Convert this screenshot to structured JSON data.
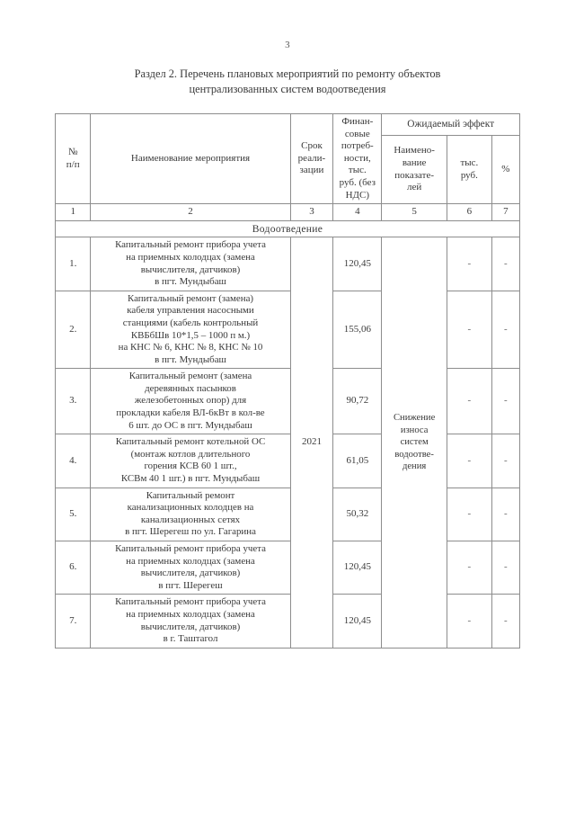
{
  "page": {
    "number": "3",
    "title_line1": "Раздел 2. Перечень плановых мероприятий по ремонту объектов",
    "title_line2": "централизованных систем водоотведения"
  },
  "table": {
    "headers": {
      "num": "№\nп/п",
      "num_line1": "№",
      "num_line2": "п/п",
      "name": "Наименование мероприятия",
      "term_line1": "Срок",
      "term_line2": "реали-",
      "term_line3": "зации",
      "fin_line1": "Финан-",
      "fin_line2": "совые",
      "fin_line3": "потреб-",
      "fin_line4": "ности,",
      "fin_line5": "тыс.",
      "fin_line6": "руб. (без",
      "fin_line7": "НДС)",
      "effect": "Ожидаемый эффект",
      "indicator_line1": "Наимено-",
      "indicator_line2": "вание",
      "indicator_line3": "показате-",
      "indicator_line4": "лей",
      "thous_line1": "тыс.",
      "thous_line2": "руб.",
      "percent": "%"
    },
    "column_numbers": [
      "1",
      "2",
      "3",
      "4",
      "5",
      "6",
      "7"
    ],
    "section_title": "Водоотведение",
    "term_merged_value": "2021",
    "indicator_merged": {
      "line1": "Снижение",
      "line2": "износа",
      "line3": "систем",
      "line4": "водоотве-",
      "line5": "дения"
    },
    "rows": [
      {
        "idx": "1.",
        "name_lines": [
          "Капитальный ремонт прибора учета",
          "на приемных колодцах (замена",
          "вычислителя, датчиков)",
          "в пгт. Мундыбаш"
        ],
        "finance": "120,45",
        "thous": "-",
        "percent": "-"
      },
      {
        "idx": "2.",
        "name_lines": [
          "Капитальный ремонт (замена)",
          "кабеля управления насосными",
          "станциями (кабель контрольный",
          "КВБбШв 10*1,5 – 1000 п м.)",
          "на КНС № 6, КНС № 8, КНС № 10",
          "в пгт. Мундыбаш"
        ],
        "finance": "155,06",
        "thous": "-",
        "percent": "-"
      },
      {
        "idx": "3.",
        "name_lines": [
          "Капитальный ремонт (замена",
          "деревянных пасынков",
          "железобетонных опор) для",
          "прокладки кабеля ВЛ-6кВт в кол-ве",
          "6 шт. до ОС в пгт. Мундыбаш"
        ],
        "finance": "90,72",
        "thous": "-",
        "percent": "-"
      },
      {
        "idx": "4.",
        "name_lines": [
          "Капитальный ремонт котельной ОС",
          "(монтаж котлов длительного",
          "горения КСВ 60 1 шт.,",
          "КСВм 40 1 шт.) в пгт. Мундыбаш"
        ],
        "finance": "61,05",
        "thous": "-",
        "percent": "-"
      },
      {
        "idx": "5.",
        "name_lines": [
          "Капитальный ремонт",
          "канализационных колодцев на",
          "канализационных сетях",
          "в пгт. Шерегеш по ул. Гагарина"
        ],
        "finance": "50,32",
        "thous": "-",
        "percent": "-"
      },
      {
        "idx": "6.",
        "name_lines": [
          "Капитальный ремонт прибора учета",
          "на приемных колодцах (замена",
          "вычислителя, датчиков)",
          "в пгт. Шерегеш"
        ],
        "finance": "120,45",
        "thous": "-",
        "percent": "-"
      },
      {
        "idx": "7.",
        "name_lines": [
          "Капитальный ремонт прибора учета",
          "на приемных колодцах (замена",
          "вычислителя, датчиков)",
          "в г. Таштагол"
        ],
        "finance": "120,45",
        "thous": "-",
        "percent": "-"
      }
    ]
  }
}
